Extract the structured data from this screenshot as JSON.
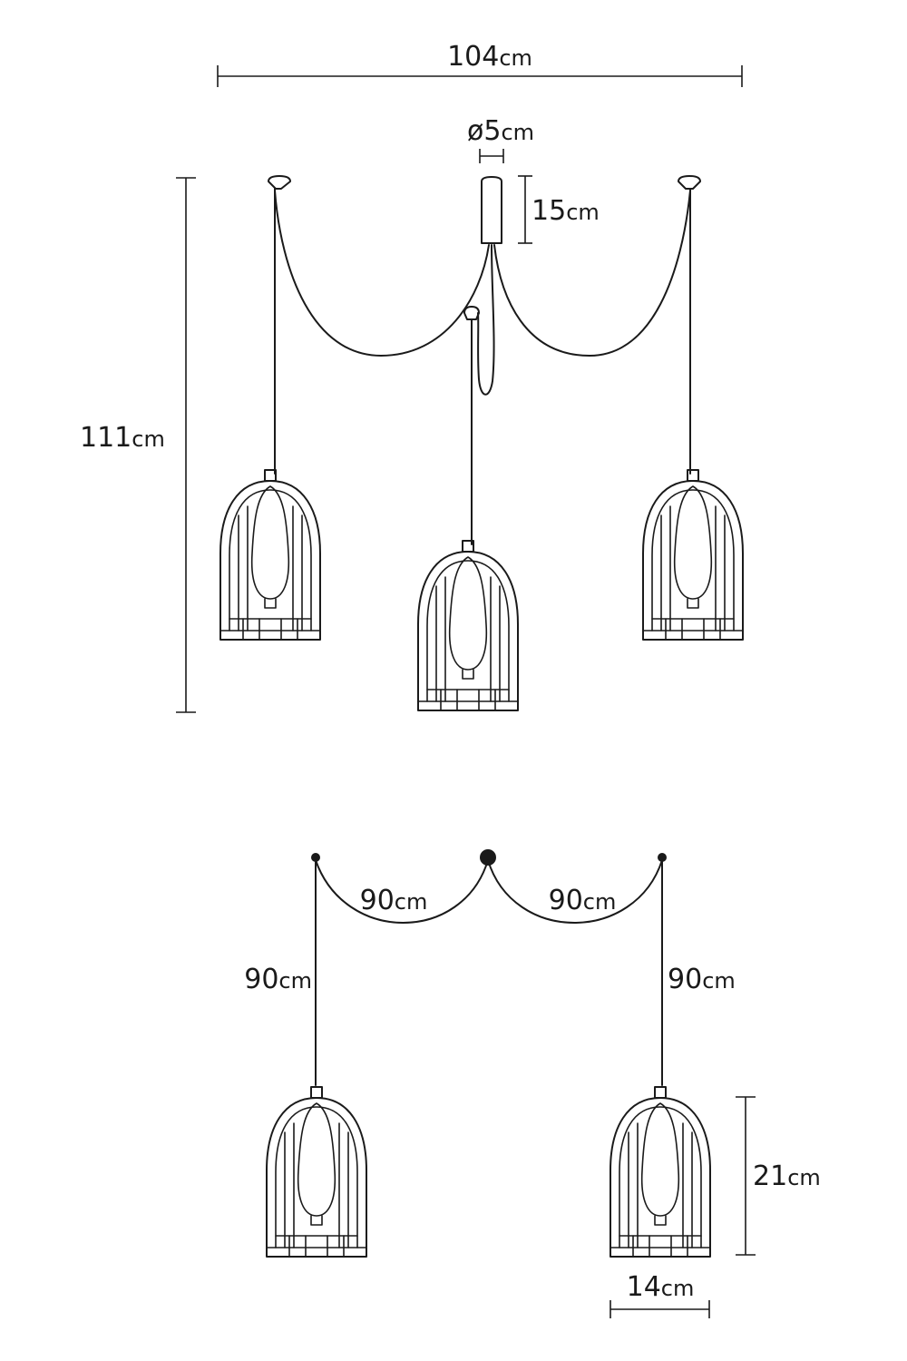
{
  "labels": {
    "overall_width": {
      "num": "104",
      "unit": "cm"
    },
    "canopy_diameter": {
      "num": "ø5",
      "unit": "cm"
    },
    "canopy_height": {
      "num": "15",
      "unit": "cm"
    },
    "overall_height": {
      "num": "111",
      "unit": "cm"
    },
    "cable_left_arc": {
      "num": "90",
      "unit": "cm"
    },
    "cable_right_arc": {
      "num": "90",
      "unit": "cm"
    },
    "cable_left_drop": {
      "num": "90",
      "unit": "cm"
    },
    "cable_right_drop": {
      "num": "90",
      "unit": "cm"
    },
    "shade_height": {
      "num": "21",
      "unit": "cm"
    },
    "shade_width": {
      "num": "14",
      "unit": "cm"
    }
  },
  "colors": {
    "line": "#1a1a1a",
    "background": "#ffffff"
  }
}
